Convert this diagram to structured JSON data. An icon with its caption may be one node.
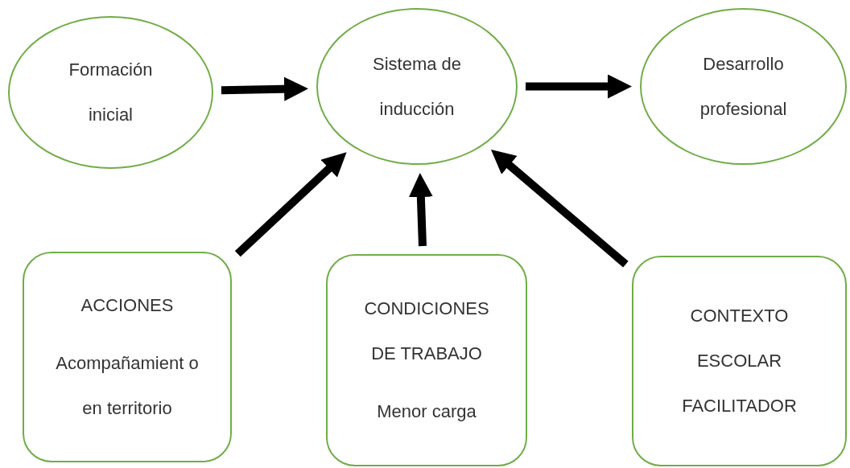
{
  "diagram": {
    "nodes": [
      {
        "text": [
          "Formación inicial"
        ]
      },
      {
        "text": [
          "Sistema de inducción"
        ]
      },
      {
        "text": [
          "Desarrollo profesional"
        ]
      },
      {
        "text": [
          "ACCIONES",
          "Acompañamient o en territorio"
        ]
      },
      {
        "text": [
          "CONDICIONES DE TRABAJO",
          "Menor carga"
        ]
      },
      {
        "text": [
          "CONTEXTO ESCOLAR FACILITADOR"
        ]
      }
    ],
    "edges": [
      {
        "from": 0,
        "to": 1,
        "arrow": "to"
      },
      {
        "from": 1,
        "to": 2,
        "arrow": "to"
      },
      {
        "from": 3,
        "to": 1,
        "arrow": "to"
      },
      {
        "from": 4,
        "to": 1,
        "arrow": "to"
      },
      {
        "from": 5,
        "to": 1,
        "arrow": "to"
      }
    ]
  }
}
